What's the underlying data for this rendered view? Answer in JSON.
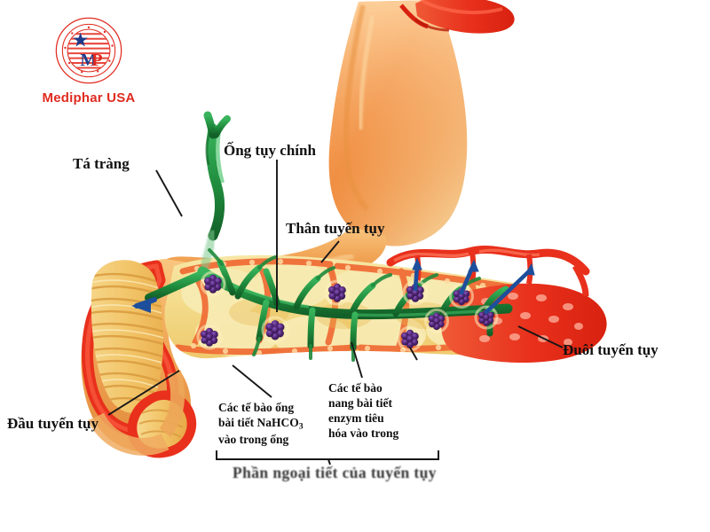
{
  "brand": {
    "name": "Mediphar USA",
    "logo_icon": "circular-flag-seal-icon",
    "monogram": "MP",
    "colors": {
      "red": "#e02b20",
      "blue": "#1e3a8a"
    }
  },
  "diagram": {
    "subject": "pancreas-anatomy-cutaway",
    "colors": {
      "stomach": "#ef8a3c",
      "stomach_light": "#f5c07a",
      "duodenum_serosa": "#e8301c",
      "acinar_tissue": "#f2dc8a",
      "duct_green": "#1f8a3c",
      "islet_purple": "#5b2d83",
      "vessel_red": "#e8301c",
      "arrow_blue": "#1d4f9c",
      "leader_line": "#171717"
    }
  },
  "labels": {
    "duodenum": "Tá tràng",
    "main_duct": "Ống tụy chính",
    "body": "Thân tuyến tụy",
    "tail": "Đuôi tuyến tụy",
    "head": "Đầu tuyến tụy",
    "duct_cells_line1": "Các tế bào ống",
    "duct_cells_line2_a": "bài tiết NaHCO",
    "duct_cells_line2_sub": "3",
    "duct_cells_line3": "vào trong ống",
    "acinar_cells_line1": "Các tế bào",
    "acinar_cells_line2": "nang bài tiết",
    "acinar_cells_line3": "enzym tiêu",
    "acinar_cells_line4": "hóa vào trong",
    "caption": "Phần ngoại tiết của tuyến tụy"
  }
}
